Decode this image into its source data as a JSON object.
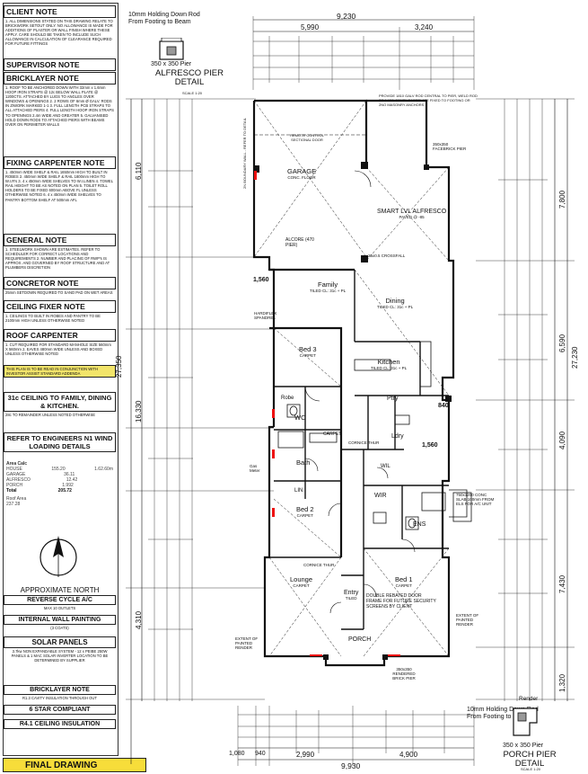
{
  "sidebar": {
    "client_note": {
      "title": "CLIENT NOTE",
      "text": "1. ALL DIMENSIONS STATED ON THIS DRAWING RELATE TO BRICKWORK SETOUT ONLY. NO ALLOWANCE IS MADE FOR ADDITIONS OF PLASTER OR WALL FINISH WHERE THESE APPLY. CARE SHOULD BE TAKEN TO INCLUDE SUCH ALLOWANCE IN CALCULATION OF CLEARANCE REQUIRED FOR FUTURE FITTINGS"
    },
    "supervisor_note": {
      "title": "SUPERVISOR NOTE"
    },
    "bricklayer_note": {
      "title": "BRICKLAYER NOTE",
      "text": "1. ROOF TO BE ANCHORED DOWN WITH 32mm x 1.6mm HOOP IRON STRAPS @ 12c BELOW WALL PLATE @ 1200CTS. ATTACHED BY LUGS TO ANGLES OVER WINDOWS & OPENINGS 2. 2 ROWS OF 6mm Ø GALV. RODS IN ZIWORK MARKED 1-1 3. FULL LENGTH PCB STRAPS TO ALL ATTACHED PIERS 4. FULL LENGTH HOOP IRON STRAPS TO OPENINGS 2.4m WIDE AND GREATER 5. GALVANISED HOLD DOWN RODS TO ATTACHED PIERS WITH BEAMS OVER ON PERIMETER WALLS"
    },
    "fixing_carpenter": {
      "title": "FIXING CARPENTER NOTE",
      "text": "1. 450mm WIDE SHELF & RAIL 1650mm HIGH TO BUILT IN ROBES 2. 450mm WIDE SHELF & RAIL 1800mm HIGH TO W.I.R's 3. 4 x 450mm WIDE SHELVES TO W.I.LINEN 4. TOWEL RAIL HEIGHT TO BE AS NOTED ON PLAN 5. TOILET ROLL HOLDERS TO BE FIXED 600mm ABOVE FL UNLESS OTHERWISE NOTED 6. 4 x 450mm WIDE SHELVES TO PANTRY BOTTOM SHELF AT 500mm AFL"
    },
    "general_note": {
      "title": "GENERAL NOTE",
      "text": "1. STEELWORK SHOWN ARE ESTIMATES. REFER TO SCHEDULER FOR CORRECT LOCATIONS AND REQUIREMENTS 2. NUMBER AND PLACING OF RWP's IS APPROX. AND GOVERNED BY ROOF STRUCTURE AND AT PLUMBERS DISCRETION"
    },
    "concretor_note": {
      "title": "CONCRETOR NOTE",
      "text": "25mm SETDOWN REQUIRED TO SAND PAD ON WET AREAS"
    },
    "ceiling_fixer": {
      "title": "CEILING FIXER NOTE",
      "text": "1. CEILINGS TO BUILT IN ROBES AND PANTRY TO BE 2100mm HIGH UNLESS OTHERWISE NOTED"
    },
    "roof_carpenter": {
      "title": "ROOF CARPENTER",
      "text": "1. CUT REQUIRED FOR STANDARD MANHOLE SIZE 560mm X 560mm 2. EAVES 480mm WIDE UNLESS AND BOXED UNLESS OTHERWISE NOTED"
    },
    "plan_note": "THIS PLAN IS TO BE READ IN CONJUNCTION WITH INVESTOR ASSIST STANDARD ADDENDA",
    "ceiling_31c": {
      "title": "31c CEILING TO FAMILY, DINING & KITCHEN.",
      "text": "28c TO REMAINDER UNLESS NOTED OTHERWISE"
    },
    "engineers": "REFER TO ENGINEERS N1 WIND LOADING DETAILS",
    "area_calc": {
      "title": "Area Calc",
      "rows": [
        [
          "HOUSE",
          "155.20",
          "1.62.60m"
        ],
        [
          "GARAGE",
          "36.11",
          ""
        ],
        [
          "ALFRESCO",
          "12.42",
          ""
        ],
        [
          "PORCH",
          "1.992",
          ""
        ],
        [
          "Total",
          "205.72",
          ""
        ]
      ],
      "roof_label": "Roof Area",
      "roof_value": "237.28"
    },
    "north": "APPROXIMATE NORTH",
    "reverse_cycle": {
      "title": "REVERSE CYCLE A/C",
      "text": "MAX 10 OUTLETS"
    },
    "internal_wall": {
      "title": "INTERNAL WALL PAINTING",
      "text": "(3 COATS)"
    },
    "solar": {
      "title": "SOLAR PANELS",
      "text": "3.7kw NON EXPANDABLE SYSTEM - 12 x PEIBE 250W PANELS & 1 MAC SOLAR INVERTER LOCATION TO BE DETERMINED BY SUPPLIER"
    },
    "bricklayer2": {
      "title": "BRICKLAYER NOTE",
      "text": "R1.3 CAVITY INSULATION THROUGH OUT"
    },
    "six_star": "6 STAR COMPLIANT",
    "r41": "R4.1 CEILING INSULATION",
    "final": "FINAL DRAWING"
  },
  "alfresco_detail": {
    "note": "10mm Holding Down Rod From Footing to Beam",
    "pier": "350 x 350 Pier",
    "title": "ALFRESCO PIER DETAIL",
    "scale": "SCALE 1:20"
  },
  "porch_detail": {
    "note": "10mm Holding Down Rod From Footing to Beam",
    "pier": "350 x 350 Pier",
    "title": "PORCH PIER DETAIL",
    "scale": "SCALE 1:20",
    "render": "Render"
  },
  "rooms": [
    {
      "name": "GARAGE",
      "sub": "CONC. FLOOR"
    },
    {
      "name": "SMART LVL ALFRESCO",
      "sub": "PAVED @ -85"
    },
    {
      "name": "Family",
      "sub": "TILED CL: 31c + PL"
    },
    {
      "name": "Dining",
      "sub": "TILED CL: 31c + PL"
    },
    {
      "name": "Kitchen",
      "sub": "TILED CL: 31c + PL"
    },
    {
      "name": "Bed 3",
      "sub": "CARPET"
    },
    {
      "name": "Bed 2",
      "sub": "CARPET"
    },
    {
      "name": "Bath",
      "sub": ""
    },
    {
      "name": "WC",
      "sub": ""
    },
    {
      "name": "Robe",
      "sub": ""
    },
    {
      "name": "Lounge",
      "sub": "CARPET"
    },
    {
      "name": "Entry",
      "sub": "TILED"
    },
    {
      "name": "Bed 1",
      "sub": "CARPET"
    },
    {
      "name": "ENS",
      "sub": ""
    },
    {
      "name": "WIR",
      "sub": ""
    },
    {
      "name": "Ldry",
      "sub": ""
    },
    {
      "name": "Ptry",
      "sub": ""
    },
    {
      "name": "PORCH",
      "sub": ""
    },
    {
      "name": "LIN",
      "sub": ""
    }
  ],
  "plan_labels": {
    "boundary": "2N BOUNDARY WALL - REFER TO DETAIL",
    "garage_door": "REMOTE CONTROL SECTIONAL DOOR",
    "steel_note": "PROVIDE 1810 GALV ROD CENTRAL TO PIER, WELD ROD TO A 150x50WPL BASEPLATE FIXED TO FOOTING OR 2NO MASONRY ANCHORS",
    "facebrick": "350x350 FACEBRICK PIER",
    "alcore": "ALCORE (470 PIER)",
    "hardiflex": "HARDIFLEX SPANDREL",
    "crossfall": "25x0.5 CROSSFALL",
    "door_note": "DOUBLE REBATED DOOR FRAME FOR FUTURE SECURITY SCREENS BY CLIENT",
    "conc_slab": "750x1200 CONC SLAB 100mm FROM ELS FOR A/C UNIT",
    "rendered_brick": "350x350 RENDERED BRICK PIER",
    "painted_render": "EXTENT OF PAINTED RENDER",
    "cornice": "CORNICE THUR",
    "wil": "WIL",
    "carpet": "CARPET",
    "gas_meter": "Gas Meter"
  },
  "dims": {
    "top_overall": "9,230",
    "top_left": "5,990",
    "top_right": "3,240",
    "bottom_overall": "9,930",
    "bottom_left": "2,990",
    "bottom_right": "4,900",
    "bottom_small": "1,080",
    "bottom_940": "940",
    "left_overall": "27,350",
    "left_main": "16,330",
    "left_garage": "6,110",
    "right_overall": "27,230",
    "right_alfresco": "7,800",
    "right_dining": "6,590",
    "right_4090": "4,090",
    "right_7430": "7,430",
    "right_1320": "1,320",
    "left_4310": "4,310",
    "dim_840": "840",
    "dim_1560": "1,560",
    "dim_1560b": "1,560"
  }
}
